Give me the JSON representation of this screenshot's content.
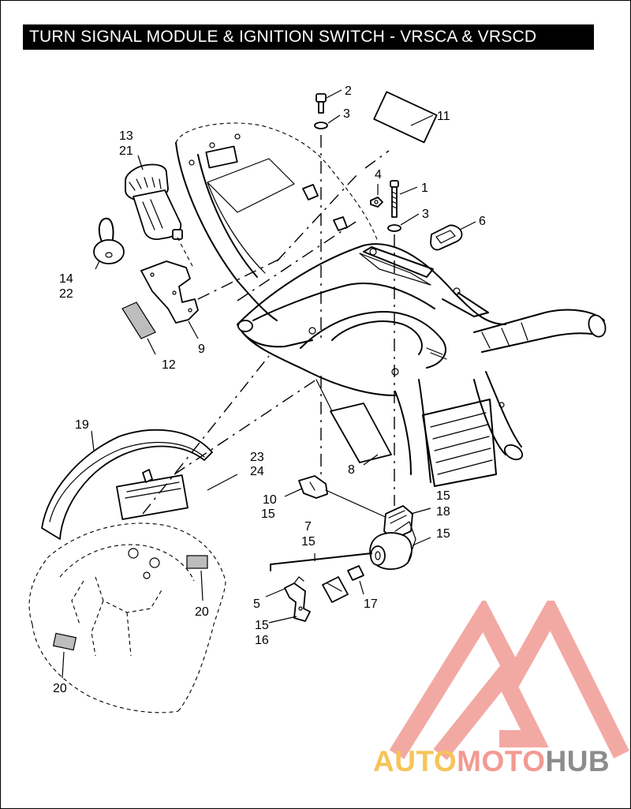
{
  "title": "TURN SIGNAL MODULE & IGNITION SWITCH - VRSCA & VRSCD",
  "callouts": [
    {
      "id": "c2",
      "text": "2"
    },
    {
      "id": "c3a",
      "text": "3"
    },
    {
      "id": "c11",
      "text": "11"
    },
    {
      "id": "c4",
      "text": "4"
    },
    {
      "id": "c1",
      "text": "1"
    },
    {
      "id": "c3b",
      "text": "3"
    },
    {
      "id": "c6",
      "text": "6"
    },
    {
      "id": "c13",
      "text": "13"
    },
    {
      "id": "c21",
      "text": "21"
    },
    {
      "id": "c14",
      "text": "14"
    },
    {
      "id": "c22",
      "text": "22"
    },
    {
      "id": "c12",
      "text": "12"
    },
    {
      "id": "c9",
      "text": "9"
    },
    {
      "id": "c19",
      "text": "19"
    },
    {
      "id": "c23",
      "text": "23"
    },
    {
      "id": "c24",
      "text": "24"
    },
    {
      "id": "c8",
      "text": "8"
    },
    {
      "id": "c10",
      "text": "10"
    },
    {
      "id": "c15a",
      "text": "15"
    },
    {
      "id": "c15b",
      "text": "15"
    },
    {
      "id": "c18",
      "text": "18"
    },
    {
      "id": "c7",
      "text": "7"
    },
    {
      "id": "c15c",
      "text": "15"
    },
    {
      "id": "c15d",
      "text": "15"
    },
    {
      "id": "c5",
      "text": "5"
    },
    {
      "id": "c17",
      "text": "17"
    },
    {
      "id": "c15e",
      "text": "15"
    },
    {
      "id": "c16",
      "text": "16"
    },
    {
      "id": "c20a",
      "text": "20"
    },
    {
      "id": "c20b",
      "text": "20"
    }
  ],
  "watermark": {
    "part1": "AUTO",
    "part2": "MOTO",
    "part3": "HUB",
    "color1": "#f6c458",
    "color2": "#f39a92",
    "color3": "#8c8c8c",
    "logo_color": "#f3a9a3"
  }
}
